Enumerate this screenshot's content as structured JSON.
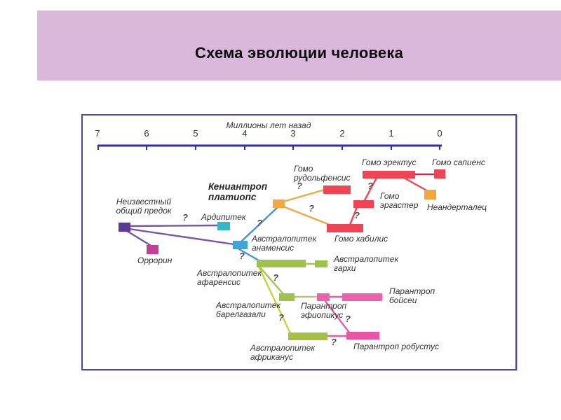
{
  "slide": {
    "title": "Схема эволюции человека"
  },
  "timeline": {
    "title": "Миллионы лет назад",
    "ticks": [
      "7",
      "6",
      "5",
      "4",
      "3",
      "2",
      "1",
      "0"
    ]
  },
  "diagram": {
    "question_mark": "?"
  },
  "species": {
    "ancestor": "Неизвестный\nобщий предок",
    "ororin": "Оррорин",
    "ardipithecus": "Ардипитек",
    "kenyanthropus": "Кениантроп\nплатиопс",
    "anamensis": "Австралопитек\nанаменсис",
    "afarensis": "Австралопитек\nафаренсис",
    "garhi": "Австралопитек\nгархи",
    "bahrelghazali": "Австралопитек\nбарелгазали",
    "africanus": "Австралопитек\nафриканус",
    "aethiopicus": "Парантроп\nэфиопикус",
    "boisei": "Парантроп\nбойсеи",
    "robustus": "Парантроп робустус",
    "habilis": "Гомо хабилис",
    "rudolfensis": "Гомо\nрудольфенсис",
    "ergaster": "Гомо\nэргастер",
    "erectus": "Гомо эректус",
    "sapiens": "Гомо сапиенс",
    "neanderthal": "Неандерталец"
  },
  "colors": {
    "banner_bg": "#d9b8dc",
    "panel_border": "#4a4aa5",
    "axis": "#2b2bc0",
    "text": "#323232",
    "homo_red": "#ef4456",
    "orange": "#f3a83e",
    "orange_line": "#f0a840",
    "teal": "#36b7c8",
    "blue": "#41a4d6",
    "blue_line": "#4195d2",
    "purple_dark": "#5a3a95",
    "purple_line": "#7b52a8",
    "magenta": "#c23e97",
    "green": "#9fc24d",
    "yellow_green": "#a8bf45",
    "green_line": "#a3c44f",
    "yellow_green_line": "#c9d13f",
    "pale_green_line": "#b4c583",
    "pink": "#ee61ab",
    "dark_pink": "#e756a4",
    "pink_line": "#ea5da8",
    "dark_red_line": "#c62a50"
  }
}
